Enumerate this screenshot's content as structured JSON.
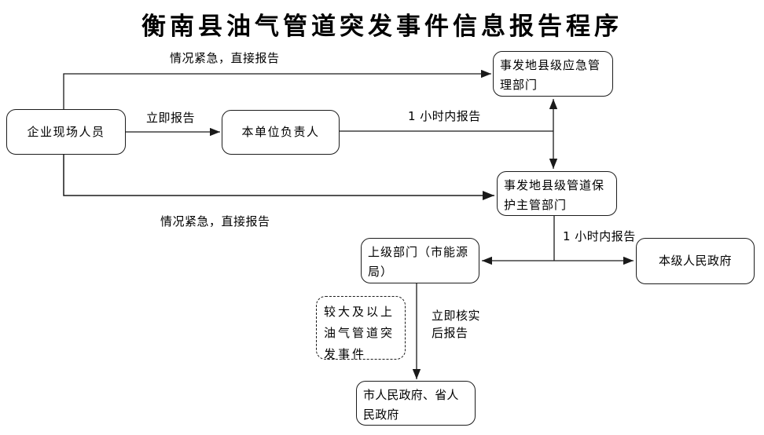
{
  "title": "衡南县油气管道突发事件信息报告程序",
  "nodes": {
    "enterprise": {
      "label": "企业现场人员"
    },
    "unit_leader": {
      "label": "本单位负责人"
    },
    "county_emergency": {
      "label": "事发地县级应急管理部门"
    },
    "county_pipeline": {
      "label": "事发地县级管道保护主管部门"
    },
    "superior_dept": {
      "label": "上级部门（市能源局）"
    },
    "local_gov": {
      "label": "本级人民政府"
    },
    "major_event": {
      "label": "较大及以上油气管道突发事件"
    },
    "city_province_gov": {
      "label": "市人民政府、省人民政府"
    }
  },
  "labels": {
    "urgent_direct_top": "情况紧急，直接报告",
    "immediate_report": "立即报告",
    "within_one_hour_top": "1 小时内报告",
    "urgent_direct_bottom": "情况紧急，直接报告",
    "within_one_hour_bottom": "1 小时内报告",
    "verify_then_report": "立即核实后报告"
  },
  "colors": {
    "background": "#ffffff",
    "line": "#1a1a1a",
    "text": "#000000"
  }
}
